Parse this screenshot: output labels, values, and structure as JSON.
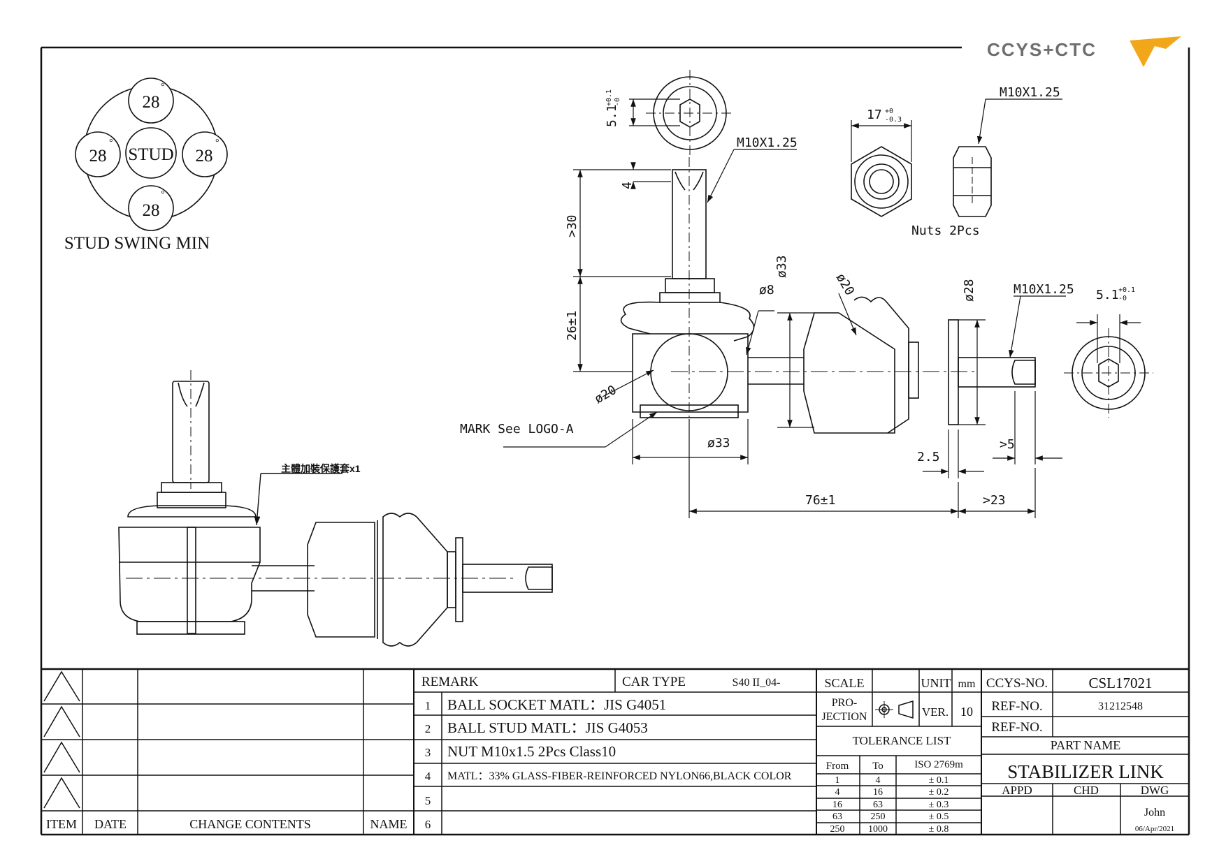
{
  "logo": {
    "text": "CCYS+CTC",
    "accent": "#f2a71b",
    "text_color": "#6e6e6e"
  },
  "swing": {
    "top": "28",
    "left": "28",
    "right": "28",
    "bottom": "28",
    "center": "STUD",
    "degree_symbol": "°",
    "caption": "STUD SWING MIN"
  },
  "dims": {
    "top_5_1": "5.1",
    "top_5_1_tol_up": "+0.1",
    "top_5_1_tol_dn": "-0",
    "m10_stud": "M10X1.25",
    "d4": "4",
    "gt30": ">30",
    "d26": "26±1",
    "phi33_v": "ø33",
    "phi8": "ø8",
    "phi20_a": "ø20",
    "phi20_b": "ø20",
    "phi28": "ø28",
    "m10_right": "M10X1.25",
    "right_5_1": "5.1",
    "right_5_1_tol_up": "+0.1",
    "right_5_1_tol_dn": "-0",
    "mark_logo": "MARK See LOGO-A",
    "phi33_h": "ø33",
    "d2_5": "2.5",
    "gt5": ">5",
    "d76": "76±1",
    "gt23": ">23",
    "nut_17": "17",
    "nut_17_tol_up": "+0",
    "nut_17_tol_dn": "-0.3",
    "nut_m10": "M10X1.25",
    "nuts_note": "Nuts 2Pcs",
    "boot_note": "主體加裝保護套x1"
  },
  "revision": {
    "headers": {
      "item": "ITEM",
      "date": "DATE",
      "change": "CHANGE CONTENTS",
      "name": "NAME"
    }
  },
  "remarks": {
    "title": "REMARK",
    "car_type_label": "CAR TYPE",
    "car_type_value": "S40 II_04-",
    "rows": [
      {
        "no": "1",
        "text": "BALL SOCKET MATL：JIS G4051"
      },
      {
        "no": "2",
        "text": "BALL STUD MATL：JIS G4053"
      },
      {
        "no": "3",
        "text": "NUT M10x1.5 2Pcs Class10"
      },
      {
        "no": "4",
        "text": "MATL：33% GLASS-FIBER-REINFORCED NYLON66,BLACK COLOR"
      },
      {
        "no": "5",
        "text": ""
      },
      {
        "no": "6",
        "text": ""
      }
    ]
  },
  "info": {
    "scale_label": "SCALE",
    "scale_value": "",
    "unit_label": "UNIT",
    "unit_value": "mm",
    "projection_label_1": "PRO-",
    "projection_label_2": "JECTION",
    "ver_label": "VER.",
    "ver_value": "10",
    "tolerance_title": "TOLERANCE LIST",
    "tol_headers": {
      "from": "From",
      "to": "To",
      "iso": "ISO 2769m"
    },
    "tolerances": [
      {
        "from": "1",
        "to": "4",
        "tol": "± 0.1"
      },
      {
        "from": "4",
        "to": "16",
        "tol": "± 0.2"
      },
      {
        "from": "16",
        "to": "63",
        "tol": "± 0.3"
      },
      {
        "from": "63",
        "to": "250",
        "tol": "± 0.5"
      },
      {
        "from": "250",
        "to": "1000",
        "tol": "± 0.8"
      }
    ]
  },
  "title_block": {
    "ccys_no_label": "CCYS-NO.",
    "ccys_no_value": "CSL17021",
    "ref1_label": "REF-NO.",
    "ref1_value": "31212548",
    "ref2_label": "REF-NO.",
    "ref2_value": "",
    "part_name_label": "PART NAME",
    "part_name_value": "STABILIZER LINK",
    "appd_label": "APPD",
    "chd_label": "CHD",
    "dwg_label": "DWG",
    "dwg_name": "John",
    "dwg_date": "06/Apr/2021"
  }
}
